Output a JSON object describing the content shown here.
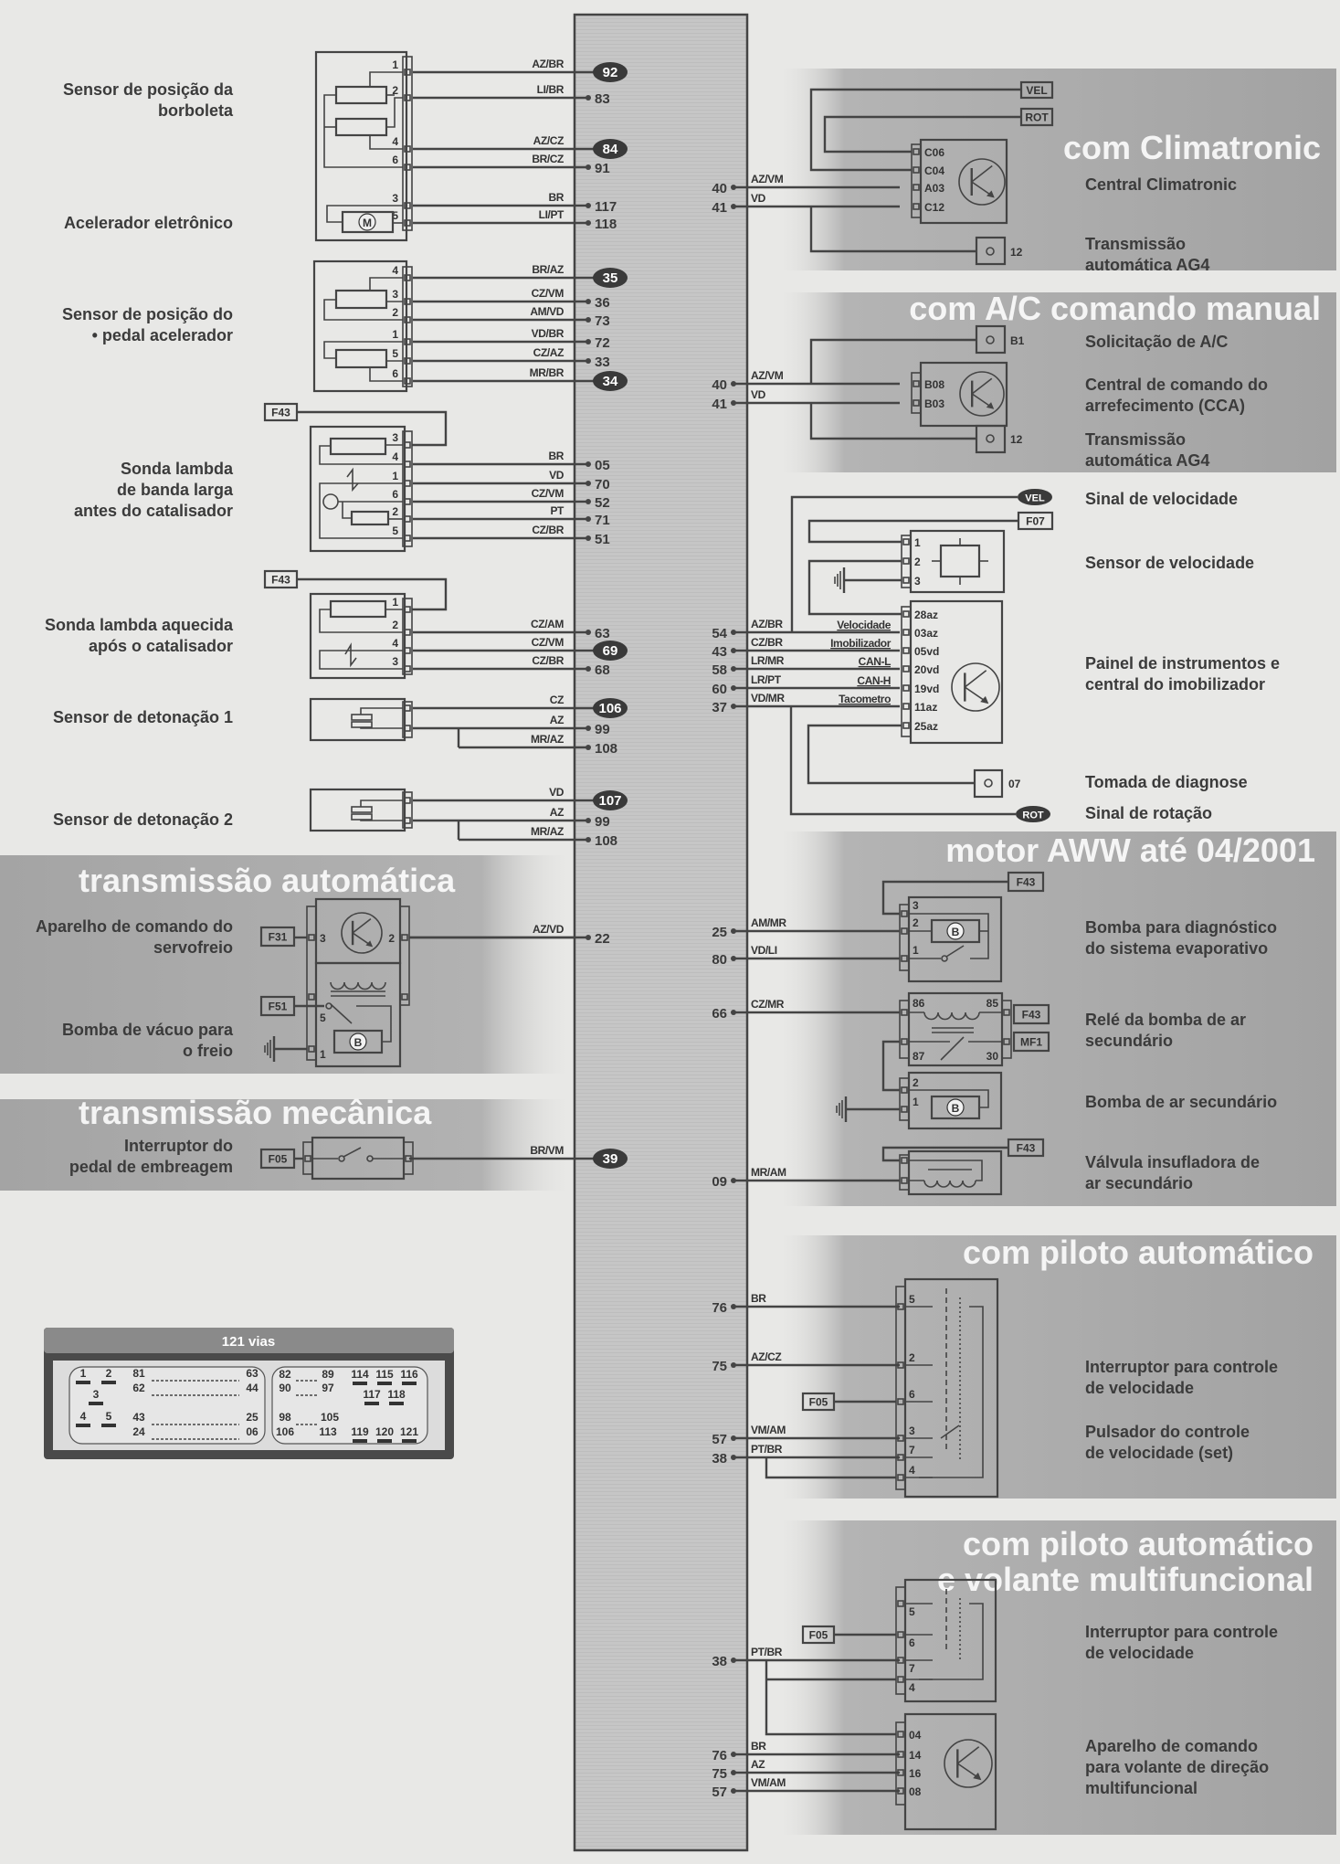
{
  "sections": {
    "climatronic": "com Climatronic",
    "ac_manual": "com A/C comando manual",
    "trans_auto": "transmissão automática",
    "trans_mec": "transmissão mecânica",
    "motor_aww": "motor AWW até 04/2001",
    "piloto": "com piloto automático",
    "piloto_volante_1": "com piloto automático",
    "piloto_volante_2": "e volante multifuncional"
  },
  "labels_left": [
    {
      "lines": [
        "Sensor de posição da",
        "borboleta"
      ]
    },
    {
      "lines": [
        "Acelerador eletrônico"
      ]
    },
    {
      "lines": [
        "Sensor de posição do",
        "• pedal  acelerador"
      ]
    },
    {
      "lines": [
        "Sonda lambda",
        "de banda larga",
        "antes do catalisador"
      ]
    },
    {
      "lines": [
        "Sonda lambda aquecida",
        "após o catalisador"
      ]
    },
    {
      "lines": [
        "Sensor de detonação 1"
      ]
    },
    {
      "lines": [
        "Sensor de detonação 2"
      ]
    },
    {
      "lines": [
        "Aparelho de comando do",
        "servofreio"
      ]
    },
    {
      "lines": [
        "Bomba de vácuo para",
        "o freio"
      ]
    },
    {
      "lines": [
        "Interruptor do",
        "pedal de embreagem"
      ]
    }
  ],
  "labels_right": [
    {
      "lines": [
        "Central Climatronic"
      ]
    },
    {
      "lines": [
        "Transmissão",
        "automática AG4"
      ]
    },
    {
      "lines": [
        "Solicitação de A/C"
      ]
    },
    {
      "lines": [
        "Central de comando do",
        "arrefecimento (CCA)"
      ]
    },
    {
      "lines": [
        "Transmissão",
        "automática AG4"
      ]
    },
    {
      "lines": [
        "Sinal de velocidade"
      ]
    },
    {
      "lines": [
        "Sensor de velocidade"
      ]
    },
    {
      "lines": [
        "Painel de instrumentos e",
        "central do imobilizador"
      ]
    },
    {
      "lines": [
        "Tomada de diagnose"
      ]
    },
    {
      "lines": [
        "Sinal de rotação"
      ]
    },
    {
      "lines": [
        "Bomba para diagnóstico",
        "do sistema evaporativo"
      ]
    },
    {
      "lines": [
        "Relé da bomba de ar",
        "secundário"
      ]
    },
    {
      "lines": [
        "Bomba de ar secundário"
      ]
    },
    {
      "lines": [
        "Válvula insufladora de",
        "ar secundário"
      ]
    },
    {
      "lines": [
        "Interruptor para controle",
        "de velocidade"
      ]
    },
    {
      "lines": [
        "Pulsador do controle",
        "de velocidade (set)"
      ]
    },
    {
      "lines": [
        "Interruptor para controle",
        "de velocidade"
      ]
    },
    {
      "lines": [
        "Aparelho de comando",
        "para volante de direção",
        "multifuncional"
      ]
    }
  ],
  "left_wires": [
    {
      "wire": "AZ/BR",
      "pin": "92",
      "highlight": true
    },
    {
      "wire": "LI/BR",
      "pin": "83",
      "highlight": false
    },
    {
      "wire": "AZ/CZ",
      "pin": "84",
      "highlight": true
    },
    {
      "wire": "BR/CZ",
      "pin": "91",
      "highlight": false
    },
    {
      "wire": "BR",
      "pin": "117",
      "highlight": false
    },
    {
      "wire": "LI/PT",
      "pin": "118",
      "highlight": false
    },
    {
      "wire": "BR/AZ",
      "pin": "35",
      "highlight": true
    },
    {
      "wire": "CZ/VM",
      "pin": "36",
      "highlight": false
    },
    {
      "wire": "AM/VD",
      "pin": "73",
      "highlight": false
    },
    {
      "wire": "VD/BR",
      "pin": "72",
      "highlight": false
    },
    {
      "wire": "CZ/AZ",
      "pin": "33",
      "highlight": false
    },
    {
      "wire": "MR/BR",
      "pin": "34",
      "highlight": true
    },
    {
      "wire": "BR",
      "pin": "05",
      "highlight": false
    },
    {
      "wire": "VD",
      "pin": "70",
      "highlight": false
    },
    {
      "wire": "CZ/VM",
      "pin": "52",
      "highlight": false
    },
    {
      "wire": "PT",
      "pin": "71",
      "highlight": false
    },
    {
      "wire": "CZ/BR",
      "pin": "51",
      "highlight": false
    },
    {
      "wire": "CZ/AM",
      "pin": "63",
      "highlight": false
    },
    {
      "wire": "CZ/VM",
      "pin": "69",
      "highlight": true
    },
    {
      "wire": "CZ/BR",
      "pin": "68",
      "highlight": false
    },
    {
      "wire": "CZ",
      "pin": "106",
      "highlight": true
    },
    {
      "wire": "AZ",
      "pin": "99",
      "highlight": false
    },
    {
      "wire": "MR/AZ",
      "pin": "108",
      "highlight": false
    },
    {
      "wire": "VD",
      "pin": "107",
      "highlight": true
    },
    {
      "wire": "AZ",
      "pin": "99",
      "highlight": false
    },
    {
      "wire": "MR/AZ",
      "pin": "108",
      "highlight": false
    },
    {
      "wire": "AZ/VD",
      "pin": "22",
      "highlight": false
    },
    {
      "wire": "BR/VM",
      "pin": "39",
      "highlight": true
    }
  ],
  "right_wires": [
    {
      "wire": "AZ/VM",
      "pin": "40"
    },
    {
      "wire": "VD",
      "pin": "41"
    },
    {
      "wire": "AZ/VM",
      "pin": "40"
    },
    {
      "wire": "VD",
      "pin": "41"
    },
    {
      "wire": "AZ/BR",
      "pin": "54"
    },
    {
      "wire": "CZ/BR",
      "pin": "43"
    },
    {
      "wire": "LR/MR",
      "pin": "58"
    },
    {
      "wire": "LR/PT",
      "pin": "60"
    },
    {
      "wire": "VD/MR",
      "pin": "37"
    },
    {
      "wire": "AM/MR",
      "pin": "25"
    },
    {
      "wire": "VD/LI",
      "pin": "80"
    },
    {
      "wire": "CZ/MR",
      "pin": "66"
    },
    {
      "wire": "MR/AM",
      "pin": "09"
    },
    {
      "wire": "BR",
      "pin": "76"
    },
    {
      "wire": "AZ/CZ",
      "pin": "75"
    },
    {
      "wire": "VM/AM",
      "pin": "57"
    },
    {
      "wire": "PT/BR",
      "pin": "38"
    },
    {
      "wire": "PT/BR",
      "pin": "38"
    },
    {
      "wire": "BR",
      "pin": "76"
    },
    {
      "wire": "AZ",
      "pin": "75"
    },
    {
      "wire": "VM/AM",
      "pin": "57"
    }
  ],
  "component_pins": {
    "throttle": [
      "1",
      "2",
      "4",
      "6",
      "3",
      "5"
    ],
    "pedal": [
      "4",
      "3",
      "2",
      "1",
      "5",
      "6"
    ],
    "lambda_wide": [
      "3",
      "4",
      "1",
      "6",
      "2",
      "5"
    ],
    "lambda_heated": [
      "1",
      "2",
      "4",
      "3"
    ],
    "servofreio": [
      "3",
      "2",
      "5",
      "1"
    ],
    "climatronic": [
      "C06",
      "C04",
      "A03",
      "C12"
    ],
    "cca": [
      "B08",
      "B03"
    ],
    "speed_sensor": [
      "1",
      "2",
      "3"
    ],
    "panel": [
      "28az",
      "03az",
      "05vd",
      "20vd",
      "19vd",
      "11az",
      "25az"
    ],
    "panel_signals": [
      "Velocidade",
      "Imobilizador",
      "CAN-L",
      "CAN-H",
      "Tacometro"
    ],
    "evap_pump": [
      "3",
      "2",
      "1"
    ],
    "relay": [
      "86",
      "85",
      "87",
      "30"
    ],
    "air_pump": [
      "2",
      "1"
    ],
    "cruise_switch": [
      "5",
      "2",
      "6",
      "3",
      "7",
      "4"
    ],
    "cruise_switch_mf": [
      "5",
      "6",
      "7",
      "4"
    ],
    "steering_unit": [
      "04",
      "14",
      "16",
      "08"
    ],
    "ag4_pin": "12",
    "ac_request_pin": "B1",
    "diag_pin": "07"
  },
  "tags": {
    "vel": "VEL",
    "rot": "ROT",
    "f07": "F07",
    "f43": "F43",
    "mf1": "MF1",
    "f05": "F05",
    "f31": "F31",
    "f51": "F51",
    "motor": "M",
    "pump": "B"
  },
  "connector": {
    "title": "121 vias",
    "pins": [
      "1",
      "2",
      "81",
      "63",
      "62",
      "44",
      "3",
      "4",
      "5",
      "43",
      "25",
      "24",
      "06",
      "82",
      "89",
      "90",
      "97",
      "98",
      "105",
      "106",
      "113",
      "114",
      "115",
      "116",
      "117",
      "118",
      "119",
      "120",
      "121"
    ]
  }
}
